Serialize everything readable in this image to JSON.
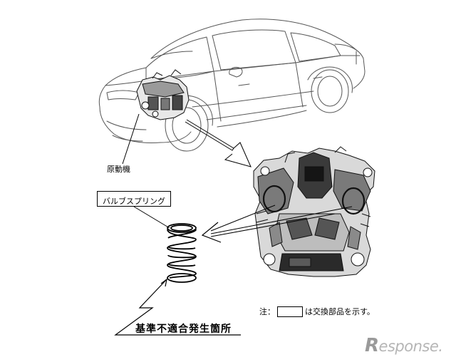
{
  "labels": {
    "engine": "原動機",
    "part": "バルブスプリング",
    "defect": "基準不適合発生箇所",
    "note_prefix": "注：",
    "note_suffix": "は交換部品を示す。"
  },
  "watermark": {
    "first": "R",
    "rest": "esponse."
  },
  "icons": [
    "car-outline-icon",
    "engine-icon",
    "valve-spring-icon",
    "arrow-icon"
  ]
}
